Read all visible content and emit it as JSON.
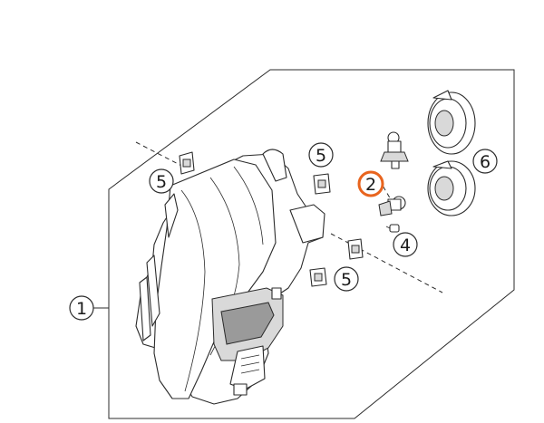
{
  "callouts": {
    "c1": "1",
    "c2": "2",
    "c4": "4",
    "c5a": "5",
    "c5b": "5",
    "c5c": "5",
    "c6": "6"
  },
  "colors": {
    "line": "#2b2b2b",
    "highlight": "#e8641e",
    "shade": "#d9d9d9",
    "dark": "#9a9a9a"
  }
}
